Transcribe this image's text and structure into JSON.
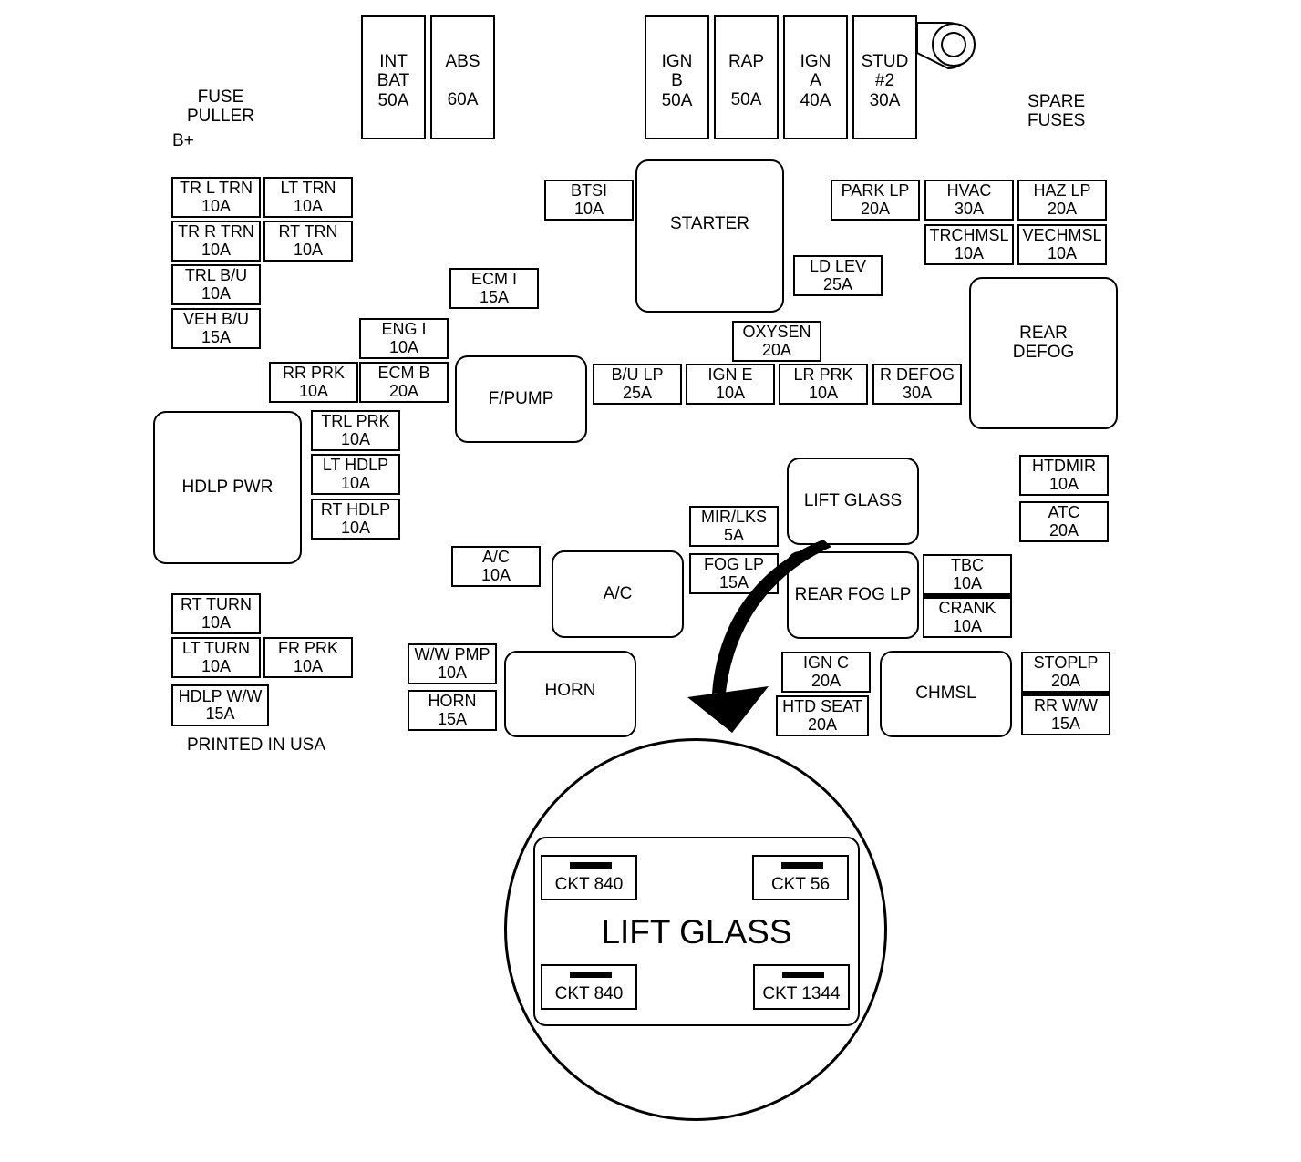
{
  "labels": {
    "fuse_puller": "FUSE\nPULLER",
    "b_plus": "B+",
    "spare_fuses": "SPARE\nFUSES",
    "printed": "PRINTED IN USA"
  },
  "maxi_fuses": [
    {
      "lines": [
        "INT",
        "BAT",
        "50A"
      ]
    },
    {
      "lines": [
        "ABS",
        "",
        "60A"
      ]
    },
    {
      "lines": [
        "IGN",
        "B",
        "50A"
      ]
    },
    {
      "lines": [
        "RAP",
        "",
        "50A"
      ]
    },
    {
      "lines": [
        "IGN",
        "A",
        "40A"
      ]
    },
    {
      "lines": [
        "STUD",
        "#2",
        "30A"
      ]
    }
  ],
  "fuses": [
    {
      "name": "TR L TRN",
      "amp": "10A"
    },
    {
      "name": "LT TRN",
      "amp": "10A"
    },
    {
      "name": "TR R TRN",
      "amp": "10A"
    },
    {
      "name": "RT TRN",
      "amp": "10A"
    },
    {
      "name": "TRL B/U",
      "amp": "10A"
    },
    {
      "name": "VEH B/U",
      "amp": "15A"
    },
    {
      "name": "ECM I",
      "amp": "15A"
    },
    {
      "name": "ENG I",
      "amp": "10A"
    },
    {
      "name": "RR PRK",
      "amp": "10A"
    },
    {
      "name": "ECM B",
      "amp": "20A"
    },
    {
      "name": "TRL PRK",
      "amp": "10A"
    },
    {
      "name": "LT HDLP",
      "amp": "10A"
    },
    {
      "name": "RT HDLP",
      "amp": "10A"
    },
    {
      "name": "BTSI",
      "amp": "10A"
    },
    {
      "name": "PARK LP",
      "amp": "20A"
    },
    {
      "name": "HVAC",
      "amp": "30A"
    },
    {
      "name": "HAZ LP",
      "amp": "20A"
    },
    {
      "name": "TRCHMSL",
      "amp": "10A"
    },
    {
      "name": "VECHMSL",
      "amp": "10A"
    },
    {
      "name": "LD LEV",
      "amp": "25A"
    },
    {
      "name": "OXYSEN",
      "amp": "20A"
    },
    {
      "name": "B/U LP",
      "amp": "25A"
    },
    {
      "name": "IGN E",
      "amp": "10A"
    },
    {
      "name": "LR PRK",
      "amp": "10A"
    },
    {
      "name": "R DEFOG",
      "amp": "30A"
    },
    {
      "name": "HTDMIR",
      "amp": "10A"
    },
    {
      "name": "ATC",
      "amp": "20A"
    },
    {
      "name": "MIR/LKS",
      "amp": "5A"
    },
    {
      "name": "FOG LP",
      "amp": "15A"
    },
    {
      "name": "A/C",
      "amp": "10A"
    },
    {
      "name": "TBC",
      "amp": "10A"
    },
    {
      "name": "CRANK",
      "amp": "10A"
    },
    {
      "name": "RT TURN",
      "amp": "10A"
    },
    {
      "name": "LT TURN",
      "amp": "10A"
    },
    {
      "name": "FR PRK",
      "amp": "10A"
    },
    {
      "name": "HDLP W/W",
      "amp": "15A"
    },
    {
      "name": "W/W PMP",
      "amp": "10A"
    },
    {
      "name": "HORN",
      "amp": "15A"
    },
    {
      "name": "IGN C",
      "amp": "20A"
    },
    {
      "name": "HTD SEAT",
      "amp": "20A"
    },
    {
      "name": "STOPLP",
      "amp": "20A"
    },
    {
      "name": "RR W/W",
      "amp": "15A"
    }
  ],
  "relays": [
    {
      "lines": [
        "STARTER"
      ]
    },
    {
      "lines": [
        "REAR",
        "DEFOG"
      ]
    },
    {
      "lines": [
        "F/PUMP"
      ]
    },
    {
      "lines": [
        "HDLP PWR"
      ]
    },
    {
      "lines": [
        "LIFT GLASS"
      ]
    },
    {
      "lines": [
        "REAR FOG LP"
      ]
    },
    {
      "lines": [
        "A/C"
      ]
    },
    {
      "lines": [
        "HORN"
      ]
    },
    {
      "lines": [
        "CHMSL"
      ]
    }
  ],
  "detail": {
    "title": "LIFT GLASS",
    "terminals": [
      "CKT 840",
      "CKT 56",
      "CKT 840",
      "CKT 1344"
    ]
  }
}
